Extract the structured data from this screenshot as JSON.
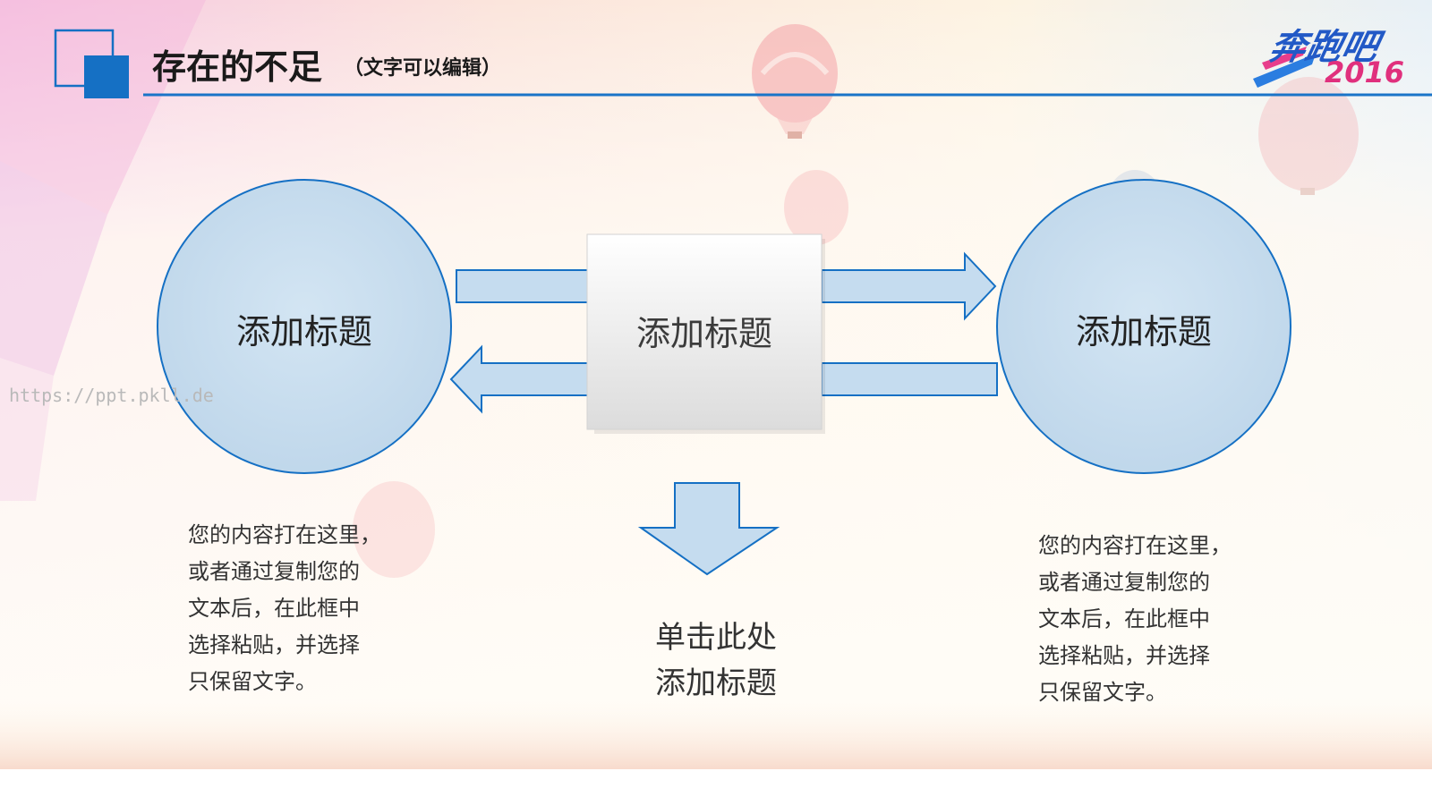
{
  "header": {
    "title": "存在的不足",
    "subtitle": "（文字可以编辑）"
  },
  "brand": {
    "logo_text": "奔跑吧",
    "year": "2016"
  },
  "watermark": "https://ppt.pkll.de",
  "diagram": {
    "left_circle": {
      "label": "添加标题"
    },
    "center_box": {
      "label": "添加标题"
    },
    "right_circle": {
      "label": "添加标题"
    },
    "left_description": [
      "您的内容打在这里，",
      "或者通过复制您的",
      "文本后，在此框中",
      "选择粘贴，并选择",
      "只保留文字。"
    ],
    "right_description": [
      "您的内容打在这里，",
      "或者通过复制您的",
      "文本后，在此框中",
      "选择粘贴，并选择",
      "只保留文字。"
    ],
    "bottom_title": [
      "单击此处",
      "添加标题"
    ]
  },
  "colors": {
    "accent": "#1570c4",
    "circle_fill": "#c7dced",
    "arrow_fill": "#c5dcef",
    "header_line": "#1a74c8"
  },
  "icons": [
    "hot-air-balloon-icon",
    "header-square-icon"
  ]
}
